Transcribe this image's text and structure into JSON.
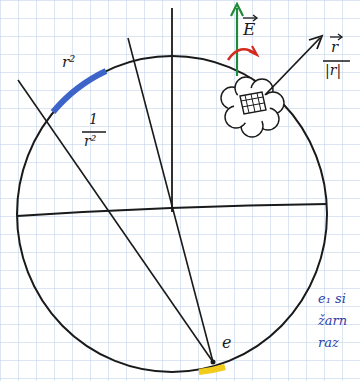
{
  "diagram": {
    "labels": [
      "r²",
      "1",
      "r²",
      "E",
      "r",
      "|r|",
      "e",
      "e₁ si",
      "žarn",
      "raz"
    ]
  }
}
